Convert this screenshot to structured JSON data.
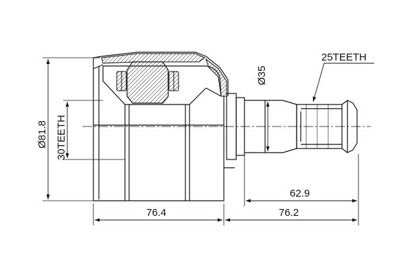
{
  "drawing": {
    "title": "",
    "dimensions": {
      "housing_diameter": "Ø81.8",
      "housing_teeth": "30TEETH",
      "shaft_diameter": "Ø35",
      "spline_teeth": "25TEETH",
      "shaft_length": "62.9",
      "housing_length": "76.4",
      "overall_shaft_length": "76.2"
    }
  }
}
